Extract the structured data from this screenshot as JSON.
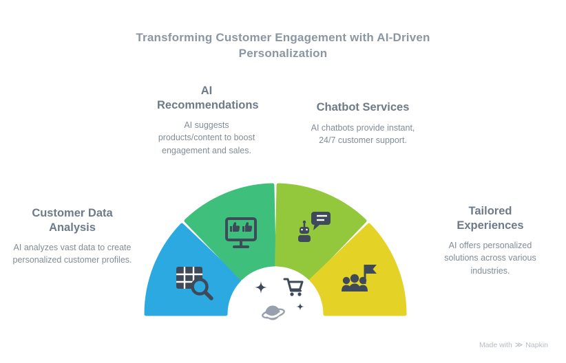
{
  "title": "Transforming Customer Engagement with AI-Driven Personalization",
  "colors": {
    "blue": "#2BA9E0",
    "green": "#3EC07C",
    "lime": "#93C83D",
    "yellow": "#E5D226",
    "icon_dark": "#3E4A59"
  },
  "segments": [
    {
      "heading": "Customer Data Analysis",
      "body": "AI analyzes vast data to create personalized customer profiles.",
      "color": "#2BA9E0",
      "icon": "table-magnifier-icon"
    },
    {
      "heading": "AI Recommendations",
      "body": "AI suggests products/content to boost engagement and sales.",
      "color": "#3EC07C",
      "icon": "monitor-thumbs-icon"
    },
    {
      "heading": "Chatbot Services",
      "body": "AI chatbots provide instant, 24/7 customer support.",
      "color": "#93C83D",
      "icon": "chatbot-speech-icon"
    },
    {
      "heading": "Tailored Experiences",
      "body": "AI offers personalized solutions across various industries.",
      "color": "#E5D226",
      "icon": "team-flag-icon"
    }
  ],
  "center": {
    "icon": "shopping-cart-sparkles-icon"
  },
  "footer": {
    "made_with": "Made with",
    "brand": "Napkin",
    "glyph": "≫"
  }
}
